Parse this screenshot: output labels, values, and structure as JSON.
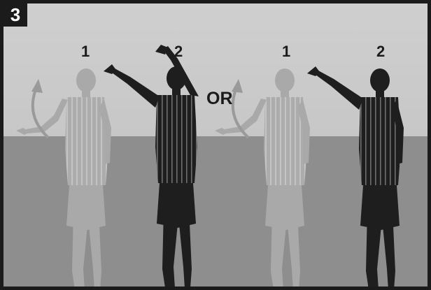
{
  "panel": {
    "number": "3",
    "or_label": "OR",
    "steps": [
      {
        "label": "1"
      },
      {
        "label": "2"
      },
      {
        "label": "1"
      },
      {
        "label": "2"
      }
    ]
  },
  "colors": {
    "sky": "#c9c9c9",
    "ground": "#8e8e8e",
    "ghost_referee": "#a9a9a9",
    "solid_referee": "#1e1e1e",
    "frame": "#1b1b1b"
  },
  "icons": [
    "curved-arrow-icon",
    "referee-figure"
  ]
}
